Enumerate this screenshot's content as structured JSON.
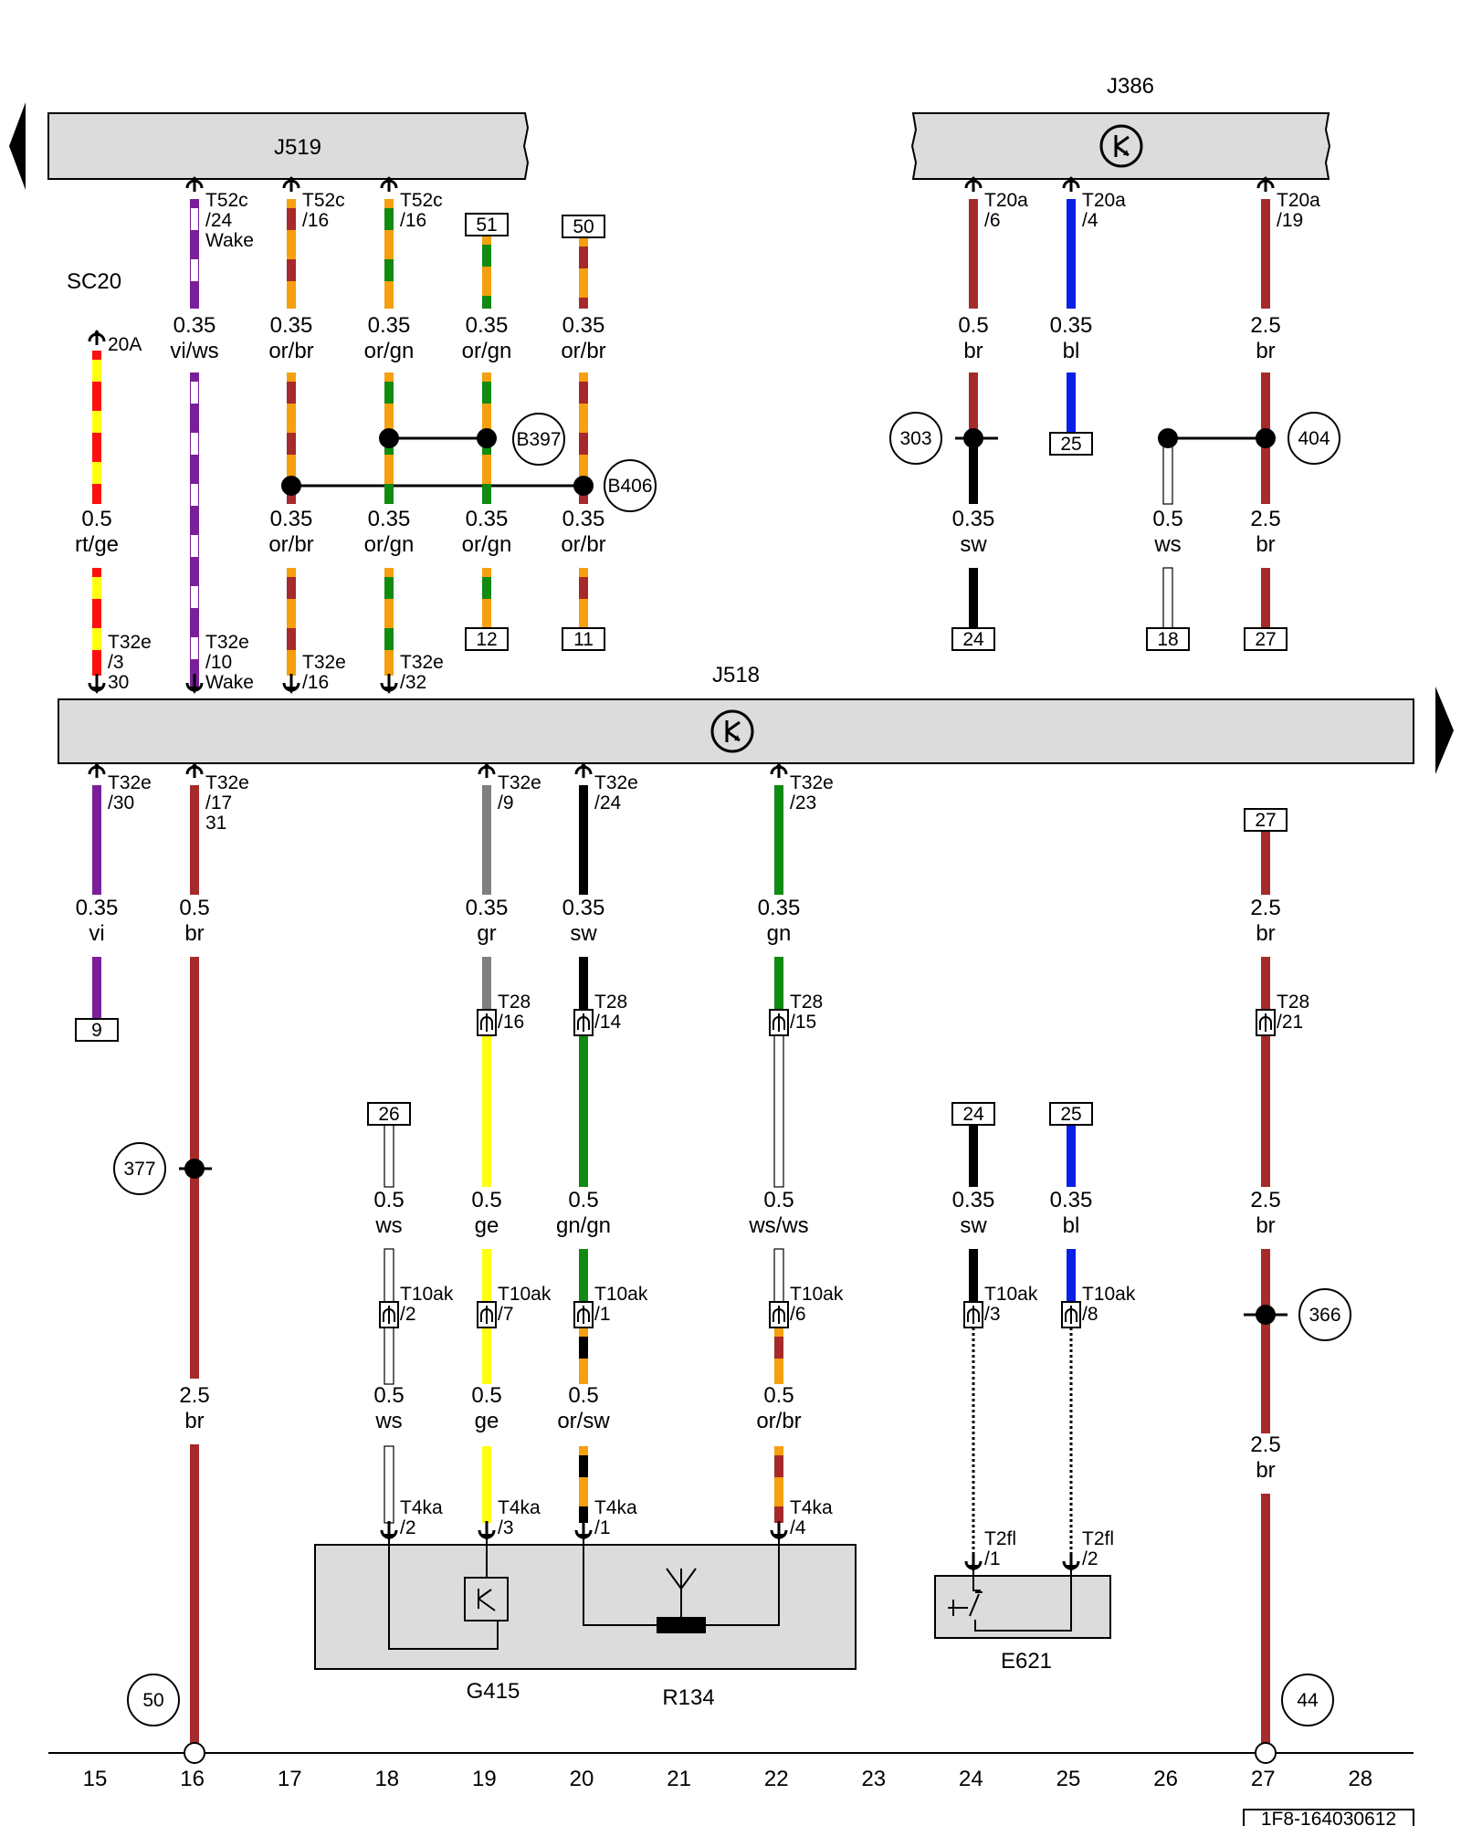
{
  "diagram": {
    "doc_id": "1F8-164030612",
    "colors": {
      "vi": "#7a1f9a",
      "ws": "#ffffff",
      "or": "#f5a00f",
      "br": "#a62a2a",
      "gn": "#118a11",
      "bl": "#0a1fe6",
      "sw": "#000000",
      "gr": "#7f7f7f",
      "ge": "#ffff10",
      "rt": "#ff1010",
      "box": "#dcdcdc"
    },
    "components": {
      "j519": "J519",
      "j386": "J386",
      "j518": "J518",
      "sc20": "SC20",
      "sc20_rating": "20A",
      "g415": "G415",
      "r134": "R134",
      "e621": "E621"
    },
    "connectors": {
      "t52c_24": [
        "T52c",
        "/24",
        "Wake"
      ],
      "t52c_16": [
        "T52c",
        "/16"
      ],
      "t52c_16b": [
        "T52c",
        "/16"
      ],
      "t20a_6": [
        "T20a",
        "/6"
      ],
      "t20a_4": [
        "T20a",
        "/4"
      ],
      "t20a_19": [
        "T20a",
        "/19"
      ],
      "t32e_3": [
        "T32e",
        "/3",
        "30"
      ],
      "t32e_10": [
        "T32e",
        "/10",
        "Wake"
      ],
      "t32e_16": [
        "T32e",
        "/16"
      ],
      "t32e_32": [
        "T32e",
        "/32"
      ],
      "t32e_30": [
        "T32e",
        "/30"
      ],
      "t32e_17": [
        "T32e",
        "/17",
        "31"
      ],
      "t32e_9": [
        "T32e",
        "/9"
      ],
      "t32e_24": [
        "T32e",
        "/24"
      ],
      "t32e_23": [
        "T32e",
        "/23"
      ],
      "t28_16": [
        "T28",
        "/16"
      ],
      "t28_14": [
        "T28",
        "/14"
      ],
      "t28_15": [
        "T28",
        "/15"
      ],
      "t28_21": [
        "T28",
        "/21"
      ],
      "t10ak_2": [
        "T10ak",
        "/2"
      ],
      "t10ak_7": [
        "T10ak",
        "/7"
      ],
      "t10ak_1": [
        "T10ak",
        "/1"
      ],
      "t10ak_6": [
        "T10ak",
        "/6"
      ],
      "t10ak_3": [
        "T10ak",
        "/3"
      ],
      "t10ak_8": [
        "T10ak",
        "/8"
      ],
      "t4ka_2": [
        "T4ka",
        "/2"
      ],
      "t4ka_3": [
        "T4ka",
        "/3"
      ],
      "t4ka_1": [
        "T4ka",
        "/1"
      ],
      "t4ka_4": [
        "T4ka",
        "/4"
      ],
      "t2fl_1": [
        "T2fl",
        "/1"
      ],
      "t2fl_2": [
        "T2fl",
        "/2"
      ]
    },
    "wire_labels": {
      "c16_top": [
        "0.35",
        "vi/ws"
      ],
      "c17_top": [
        "0.35",
        "or/br"
      ],
      "c18_top": [
        "0.35",
        "or/gn"
      ],
      "c19_top": [
        "0.35",
        "or/gn"
      ],
      "c20_top": [
        "0.35",
        "or/br"
      ],
      "c15_mid": [
        "0.5",
        "rt/ge"
      ],
      "c17_mid": [
        "0.35",
        "or/br"
      ],
      "c18_mid": [
        "0.35",
        "or/gn"
      ],
      "c19_mid": [
        "0.35",
        "or/gn"
      ],
      "c20_mid": [
        "0.35",
        "or/br"
      ],
      "c24_top": [
        "0.5",
        "br"
      ],
      "c25_top": [
        "0.35",
        "bl"
      ],
      "c27_top": [
        "2.5",
        "br"
      ],
      "c24_mid": [
        "0.35",
        "sw"
      ],
      "c26_mid": [
        "0.5",
        "ws"
      ],
      "c27_mid": [
        "2.5",
        "br"
      ],
      "c15_lo": [
        "0.35",
        "vi"
      ],
      "c16_lo": [
        "0.5",
        "br"
      ],
      "c19_lo": [
        "0.35",
        "gr"
      ],
      "c20_lo": [
        "0.35",
        "sw"
      ],
      "c22_lo": [
        "0.35",
        "gn"
      ],
      "c27_lo": [
        "2.5",
        "br"
      ],
      "c18_b1": [
        "0.5",
        "ws"
      ],
      "c19_b1": [
        "0.5",
        "ge"
      ],
      "c20_b1": [
        "0.5",
        "gn/gn"
      ],
      "c22_b1": [
        "0.5",
        "ws/ws"
      ],
      "c24_b1": [
        "0.35",
        "sw"
      ],
      "c25_b1": [
        "0.35",
        "bl"
      ],
      "c27_b1": [
        "2.5",
        "br"
      ],
      "c16_b2": [
        "2.5",
        "br"
      ],
      "c18_b2": [
        "0.5",
        "ws"
      ],
      "c19_b2": [
        "0.5",
        "ge"
      ],
      "c20_b2": [
        "0.5",
        "or/sw"
      ],
      "c22_b2": [
        "0.5",
        "or/br"
      ],
      "c27_b2": [
        "2.5",
        "br"
      ]
    },
    "ref_boxes": {
      "r51": "51",
      "r50": "50",
      "r12": "12",
      "r11": "11",
      "r25a": "25",
      "r24a": "24",
      "r18": "18",
      "r27a": "27",
      "r27b": "27",
      "r9": "9",
      "r26": "26",
      "r24b": "24",
      "r25b": "25"
    },
    "circles": {
      "b397": "B397",
      "b406": "B406",
      "n303": "303",
      "n404": "404",
      "n377": "377",
      "n366": "366",
      "n50": "50",
      "n44": "44"
    },
    "grid_numbers": [
      "15",
      "16",
      "17",
      "18",
      "19",
      "20",
      "21",
      "22",
      "23",
      "24",
      "25",
      "26",
      "27",
      "28"
    ]
  }
}
